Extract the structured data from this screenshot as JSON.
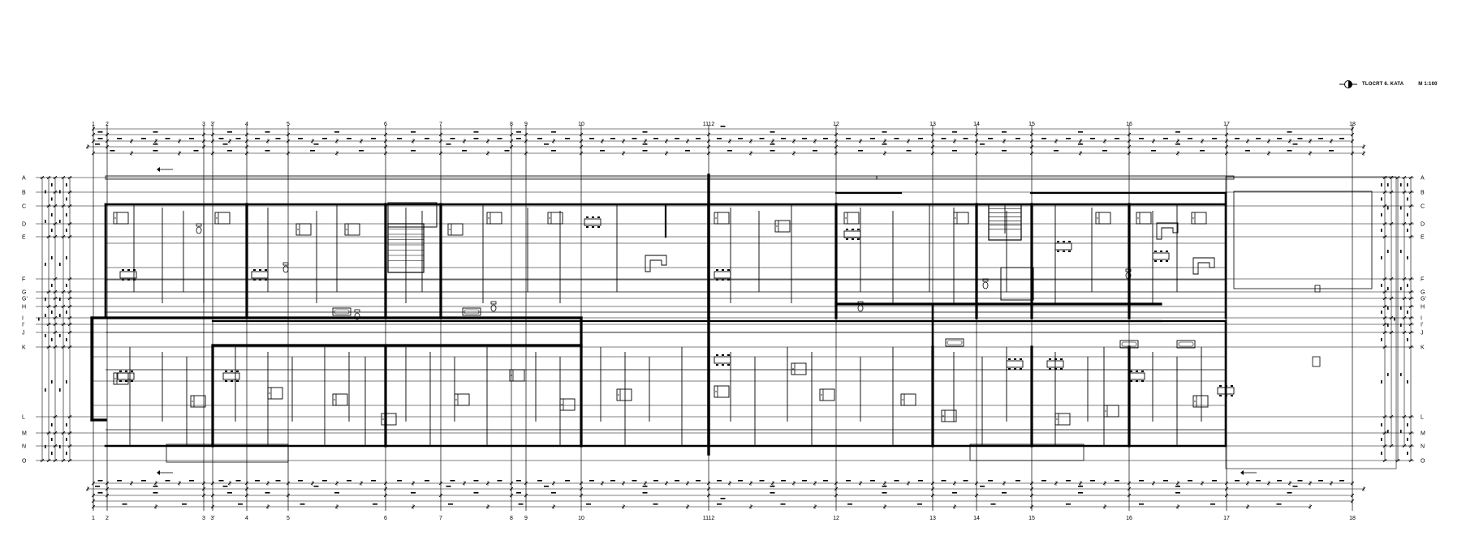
{
  "title_block": {
    "plan_name": "TLOCRT 6. KATA",
    "scale": "M 1:100",
    "symbol": "section-marker-icon"
  },
  "grid": {
    "columns": [
      "1",
      "2",
      "3",
      "3'",
      "4",
      "5",
      "6",
      "7",
      "8",
      "9",
      "10",
      "1112",
      "12",
      "13",
      "14",
      "15",
      "16",
      "17",
      "18"
    ],
    "rows": [
      "A",
      "B",
      "C",
      "D",
      "E",
      "F",
      "G",
      "G'",
      "H",
      "I",
      "I'",
      "J",
      "K",
      "L",
      "M",
      "N",
      "O"
    ]
  },
  "colors": {
    "ink": "#000000",
    "background": "#ffffff"
  }
}
